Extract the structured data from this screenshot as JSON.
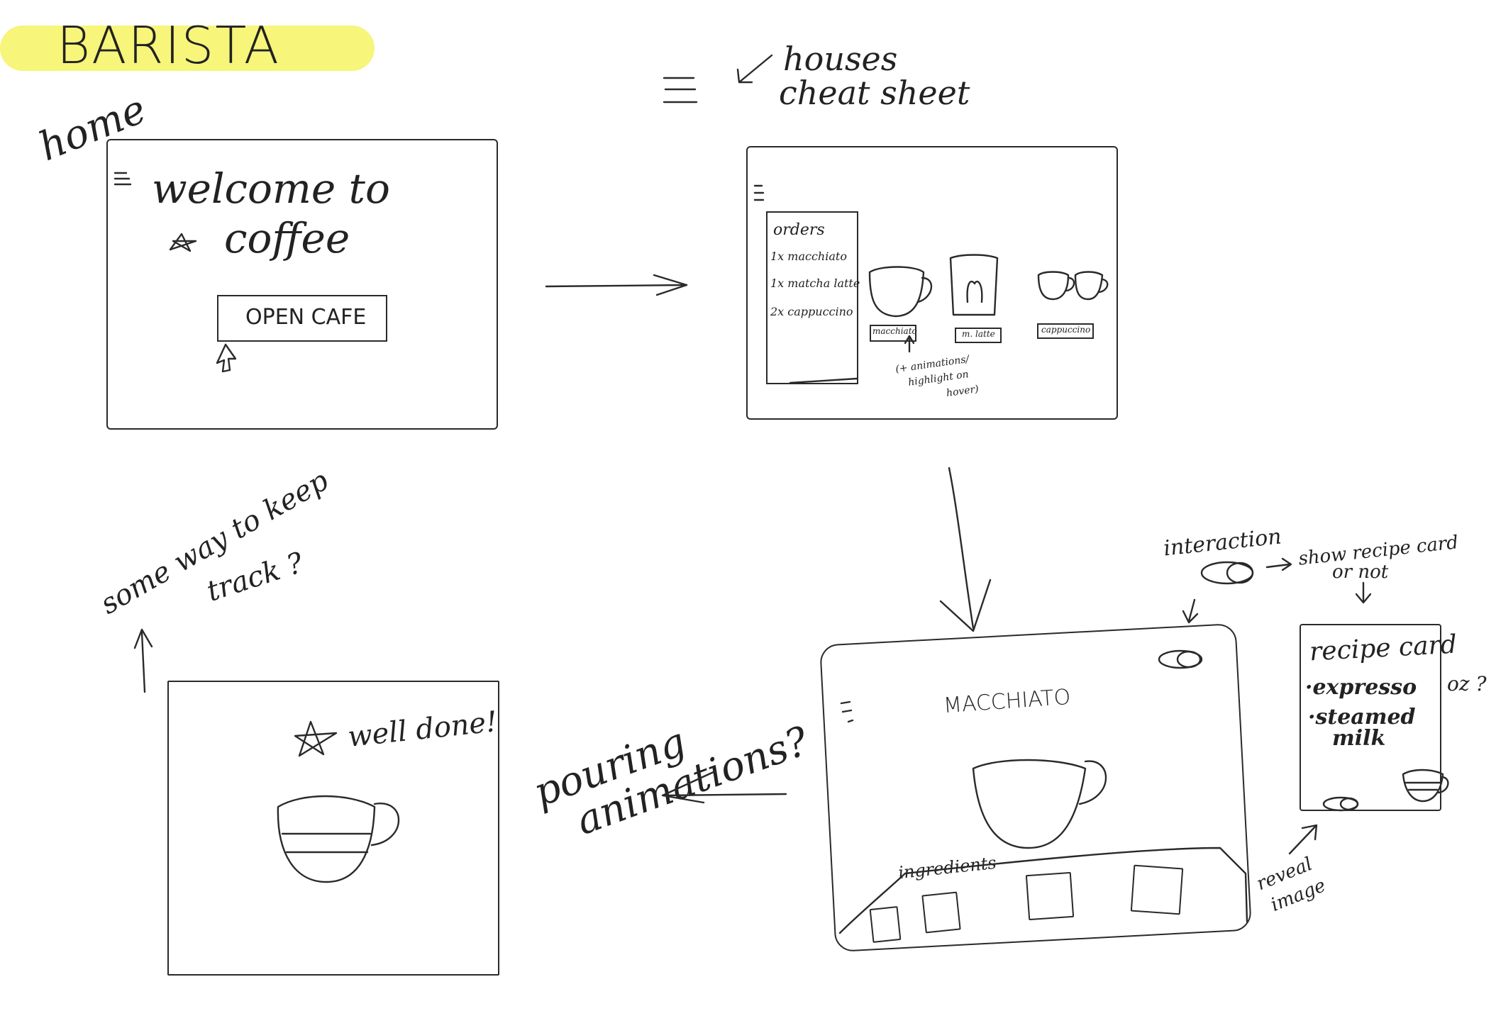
{
  "title": "BARISTA",
  "screens": {
    "home": {
      "label": "home",
      "welcome_line1": "welcome to",
      "welcome_line2": "coffee",
      "open_button": "OPEN CAFE"
    },
    "cheat": {
      "note_line1": "houses",
      "note_line2": "cheat sheet",
      "orders_title": "orders",
      "orders": [
        "1x macchiato",
        "1x matcha latte",
        "2x cappuccino"
      ],
      "drinks": [
        "macchiato",
        "m. latte",
        "cappuccino"
      ],
      "hover_note_line1": "(+ animations/",
      "hover_note_line2": "highlight on",
      "hover_note_line3": "hover)"
    },
    "drink": {
      "title": "MACCHIATO",
      "ingredients_label": "ingredients",
      "interaction_label": "interaction",
      "toggle_note_line1": "show recipe card",
      "toggle_note_line2": "or not",
      "reveal_note_line1": "reveal",
      "reveal_note_line2": "image"
    },
    "recipe": {
      "title": "recipe card",
      "items": [
        "·expresso",
        "·steamed",
        "milk"
      ],
      "oz_note": "oz ?"
    },
    "done": {
      "message": "well done!",
      "track_note_line1": "some way to keep",
      "track_note_line2": "track ?"
    },
    "pouring_note_line1": "pouring",
    "pouring_note_line2": "animations?"
  },
  "icons": [
    "menu-icon",
    "star-icon",
    "cursor-icon",
    "cup-icon",
    "toggle-icon",
    "arrow-icon"
  ]
}
